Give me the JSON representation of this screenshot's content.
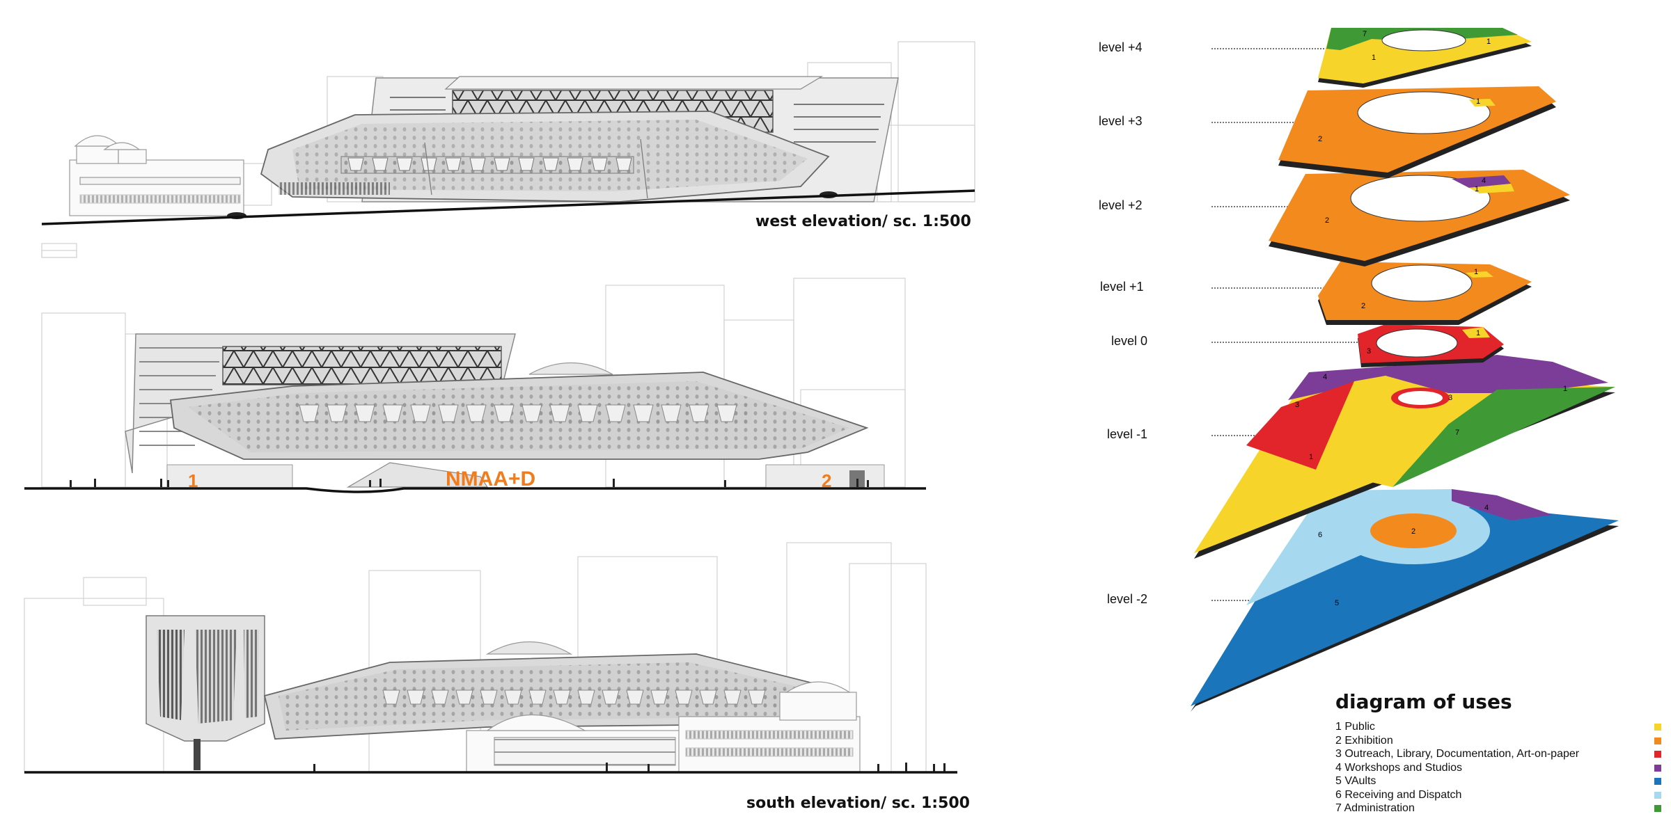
{
  "elevations": {
    "west_title": "west elevation/ sc. 1:500",
    "south_title": "south elevation/ sc. 1:500",
    "label_entrance_1": "1",
    "label_entrance_2": "2",
    "label_museum": "NMAA+D"
  },
  "levels": [
    "level +4",
    "level +3",
    "level +2",
    "level +1",
    "level 0",
    "level -1",
    "level -2"
  ],
  "plan_numbers": {
    "l4": [
      "7",
      "1",
      "1"
    ],
    "l3": [
      "2",
      "1"
    ],
    "l2": [
      "2",
      "1",
      "4"
    ],
    "l1": [
      "2",
      "1"
    ],
    "l0": [
      "3",
      "1"
    ],
    "lm1": [
      "4",
      "3",
      "3",
      "1",
      "7",
      "1"
    ],
    "lm2": [
      "6",
      "2",
      "4",
      "5"
    ]
  },
  "legend": {
    "title": "diagram of uses",
    "items": [
      {
        "label": "1 Public",
        "color": "#f6d42a"
      },
      {
        "label": "2 Exhibition",
        "color": "#f28a1d"
      },
      {
        "label": "3 Outreach, Library, Documentation, Art-on-paper",
        "color": "#e2242b"
      },
      {
        "label": "4 Workshops and Studios",
        "color": "#7b3d98"
      },
      {
        "label": "5 VAults",
        "color": "#1b75bb"
      },
      {
        "label": "6 Receiving and Dispatch",
        "color": "#a6d8ef"
      },
      {
        "label": "7 Administration",
        "color": "#3f9a36"
      }
    ]
  },
  "colors": {
    "public": "#f6d42a",
    "exhibition": "#f28a1d",
    "outreach": "#e2242b",
    "workshops": "#7b3d98",
    "vaults": "#1b75bb",
    "receiving": "#a6d8ef",
    "administration": "#3f9a36",
    "accent_label": "#f07c1d"
  }
}
